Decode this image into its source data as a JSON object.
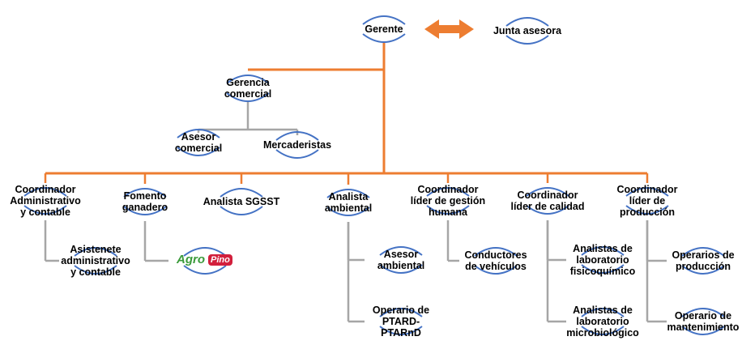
{
  "diagram": {
    "line_colors": {
      "primary": "#ED7D31",
      "secondary": "#A6A6A6",
      "arc": "#4472C4"
    },
    "nodes": [
      {
        "id": "gerente",
        "label": "Gerente"
      },
      {
        "id": "junta",
        "label": "Junta asesora"
      },
      {
        "id": "gerencia_comercial",
        "label": "Gerencia\ncomercial"
      },
      {
        "id": "asesor_comercial",
        "label": "Asesor\ncomercial"
      },
      {
        "id": "mercaderistas",
        "label": "Mercaderistas"
      },
      {
        "id": "coord_admin",
        "label": "Coordinador\nAdministrativo\ny contable"
      },
      {
        "id": "fomento",
        "label": "Fomento\nganadero"
      },
      {
        "id": "sgsst",
        "label": "Analista SGSST"
      },
      {
        "id": "analista_amb",
        "label": "Analista\nambiental"
      },
      {
        "id": "coord_gh",
        "label": "Coordinador\nlíder de gestión\nhumana"
      },
      {
        "id": "coord_cal",
        "label": "Coordinador\nlíder de calidad"
      },
      {
        "id": "coord_prod",
        "label": "Coordinador\nlíder de\nproducción"
      },
      {
        "id": "asistente",
        "label": "Asistenete\nadministrativo\ny contable"
      },
      {
        "id": "agropino",
        "label": "",
        "logo": {
          "text1": "Agro",
          "text2": "Pino"
        }
      },
      {
        "id": "asesor_amb",
        "label": "Asesor\nambiental"
      },
      {
        "id": "op_ptard",
        "label": "Operario de\nPTARD-\nPTARnD"
      },
      {
        "id": "conductores",
        "label": "Conductores\nde vehículos"
      },
      {
        "id": "an_fq",
        "label": "Analistas de\nlaboratorio\nfisicoquímico"
      },
      {
        "id": "an_mb",
        "label": "Analistas de\nlaboratorio\nmicrobiológico"
      },
      {
        "id": "op_prod",
        "label": "Operarios de\nproducción"
      },
      {
        "id": "op_mant",
        "label": "Operario de\nmantenimiento"
      }
    ],
    "edges": [
      {
        "from": "gerente",
        "to": "gerencia_comercial",
        "style": "primary"
      },
      {
        "from": "gerente",
        "to": "coord_admin",
        "style": "primary"
      },
      {
        "from": "gerente",
        "to": "fomento",
        "style": "primary"
      },
      {
        "from": "gerente",
        "to": "sgsst",
        "style": "primary"
      },
      {
        "from": "gerente",
        "to": "analista_amb",
        "style": "primary"
      },
      {
        "from": "gerente",
        "to": "coord_gh",
        "style": "primary"
      },
      {
        "from": "gerente",
        "to": "coord_cal",
        "style": "primary"
      },
      {
        "from": "gerente",
        "to": "coord_prod",
        "style": "primary"
      },
      {
        "from": "gerencia_comercial",
        "to": "asesor_comercial",
        "style": "secondary"
      },
      {
        "from": "gerencia_comercial",
        "to": "mercaderistas",
        "style": "secondary"
      },
      {
        "from": "coord_admin",
        "to": "asistente",
        "style": "secondary"
      },
      {
        "from": "fomento",
        "to": "agropino",
        "style": "secondary"
      },
      {
        "from": "analista_amb",
        "to": "asesor_amb",
        "style": "secondary"
      },
      {
        "from": "analista_amb",
        "to": "op_ptard",
        "style": "secondary"
      },
      {
        "from": "coord_gh",
        "to": "conductores",
        "style": "secondary"
      },
      {
        "from": "coord_cal",
        "to": "an_fq",
        "style": "secondary"
      },
      {
        "from": "coord_cal",
        "to": "an_mb",
        "style": "secondary"
      },
      {
        "from": "coord_prod",
        "to": "op_prod",
        "style": "secondary"
      },
      {
        "from": "coord_prod",
        "to": "op_mant",
        "style": "secondary"
      },
      {
        "from": "gerente",
        "to": "junta",
        "style": "double-arrow"
      }
    ]
  }
}
